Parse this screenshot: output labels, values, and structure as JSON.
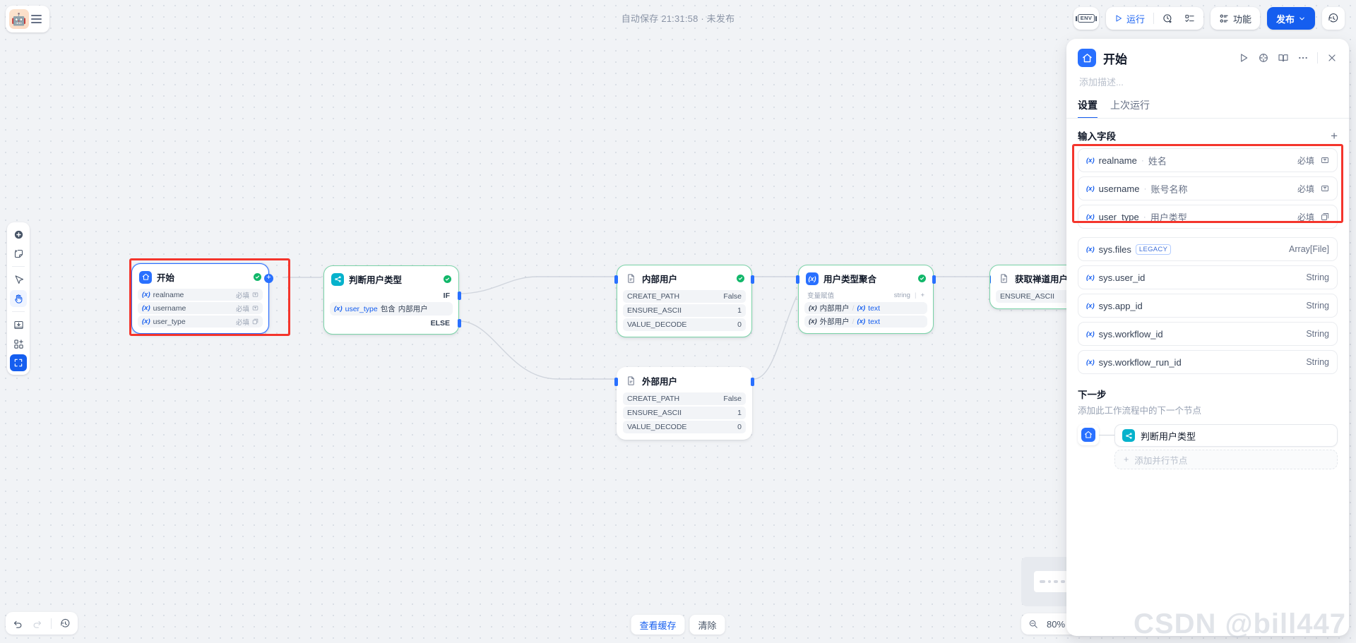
{
  "app": {
    "autosave_text": "自动保存 21:31:58 · 未发布",
    "watermark": "CSDN @bill447"
  },
  "toolbar": {
    "env_label": "ENV",
    "run_label": "运行",
    "features_label": "功能",
    "publish_label": "发布",
    "publish_caret": "⌄",
    "icons": {
      "env": "env-icon",
      "run": "play-icon",
      "schedule": "clock-run-icon",
      "checklist": "checklist-icon",
      "features": "features-icon",
      "history": "history-icon"
    }
  },
  "left_tools": [
    {
      "name": "add-node-tool",
      "icon": "plus-circle-icon",
      "state": "normal"
    },
    {
      "name": "add-note-tool",
      "icon": "sticky-note-plus-icon",
      "state": "normal"
    },
    {
      "name": "pointer-tool",
      "icon": "cursor-arrow-icon",
      "state": "normal"
    },
    {
      "name": "hand-tool",
      "icon": "hand-icon",
      "state": "active-soft"
    },
    {
      "name": "import-dsl-tool",
      "icon": "import-image-icon",
      "state": "normal"
    },
    {
      "name": "organize-tool",
      "icon": "grid-plus-icon",
      "state": "normal"
    },
    {
      "name": "fit-view-tool",
      "icon": "fit-view-icon",
      "state": "active-solid"
    }
  ],
  "bottom_left": [
    {
      "name": "undo-button",
      "icon": "undo-icon",
      "disabled": false
    },
    {
      "name": "redo-button",
      "icon": "redo-icon",
      "disabled": true
    },
    {
      "name": "version-history-button",
      "icon": "history-icon",
      "disabled": false
    }
  ],
  "bottom_center": {
    "view_cache_label": "查看缓存",
    "clear_label": "清除"
  },
  "zoom_control": {
    "level": "80%",
    "zoom_out_icon": "zoom-out-icon",
    "zoom_in_icon": "zoom-in-icon"
  },
  "canvas": {
    "nodes": [
      {
        "id": "start",
        "title": "开始",
        "icon": "home-icon",
        "icon_color": "#2970ff",
        "selected": true,
        "status": "success",
        "rows": [
          {
            "var": "realname",
            "required": "必填",
            "type_icon": "text-input-icon"
          },
          {
            "var": "username",
            "required": "必填",
            "type_icon": "text-input-icon"
          },
          {
            "var": "user_type",
            "required": "必填",
            "type_icon": "select-icon"
          }
        ]
      },
      {
        "id": "if-else",
        "title": "判断用户类型",
        "icon": "branch-icon",
        "icon_color": "#06b2cc",
        "status": "success",
        "if_label": "IF",
        "else_label": "ELSE",
        "condition": {
          "var": "user_type",
          "op": "包含",
          "value": "内部用户"
        }
      },
      {
        "id": "internal-user",
        "title": "内部用户",
        "icon": "code-doc-icon",
        "status": "success",
        "kv": [
          {
            "k": "CREATE_PATH",
            "v": "False"
          },
          {
            "k": "ENSURE_ASCII",
            "v": "1"
          },
          {
            "k": "VALUE_DECODE",
            "v": "0"
          }
        ]
      },
      {
        "id": "external-user",
        "title": "外部用户",
        "icon": "code-doc-icon",
        "status": "none",
        "kv": [
          {
            "k": "CREATE_PATH",
            "v": "False"
          },
          {
            "k": "ENSURE_ASCII",
            "v": "1"
          },
          {
            "k": "VALUE_DECODE",
            "v": "0"
          }
        ]
      },
      {
        "id": "aggregate",
        "title": "用户类型聚合",
        "icon": "variable-icon",
        "icon_color": "#2970ff",
        "status": "success",
        "assign_header": {
          "label": "变量赋值",
          "type": "string",
          "add": "+"
        },
        "assignments": [
          {
            "left": "内部用户",
            "right": "text"
          },
          {
            "left": "外部用户",
            "right": "text"
          }
        ]
      },
      {
        "id": "fetch-zentao",
        "title": "获取禅道用户类型",
        "icon": "code-doc-icon",
        "status": "none",
        "kv": [
          {
            "k": "ENSURE_ASCII",
            "v": ""
          }
        ]
      }
    ]
  },
  "panel": {
    "title": "开始",
    "icon": "home-icon",
    "description_placeholder": "添加描述...",
    "actions": [
      {
        "name": "run-node-button",
        "icon": "play-icon"
      },
      {
        "name": "locate-node-button",
        "icon": "crosshair-icon"
      },
      {
        "name": "help-doc-button",
        "icon": "book-icon"
      },
      {
        "name": "more-options-button",
        "icon": "ellipsis-icon"
      },
      {
        "name": "close-panel-button",
        "icon": "close-icon"
      }
    ],
    "tabs": [
      {
        "label": "设置",
        "active": true
      },
      {
        "label": "上次运行",
        "active": false
      }
    ],
    "input_fields_section": {
      "title": "输入字段",
      "add_icon": "plus-icon",
      "fields": [
        {
          "name": "realname",
          "cn": "姓名",
          "required": "必填",
          "type_icon": "text-input-icon"
        },
        {
          "name": "username",
          "cn": "账号名称",
          "required": "必填",
          "type_icon": "text-input-icon"
        },
        {
          "name": "user_type",
          "cn": "用户类型",
          "required": "必填",
          "type_icon": "select-icon"
        }
      ]
    },
    "system_variables": [
      {
        "name": "sys.files",
        "badge": "LEGACY",
        "type": "Array[File]"
      },
      {
        "name": "sys.user_id",
        "badge": "",
        "type": "String"
      },
      {
        "name": "sys.app_id",
        "badge": "",
        "type": "String"
      },
      {
        "name": "sys.workflow_id",
        "badge": "",
        "type": "String"
      },
      {
        "name": "sys.workflow_run_id",
        "badge": "",
        "type": "String"
      }
    ],
    "next_step": {
      "title": "下一步",
      "subtitle": "添加此工作流程中的下一个节点",
      "node_label": "判断用户类型",
      "add_parallel_label": "添加并行节点",
      "add_parallel_icon": "plus-icon"
    }
  }
}
